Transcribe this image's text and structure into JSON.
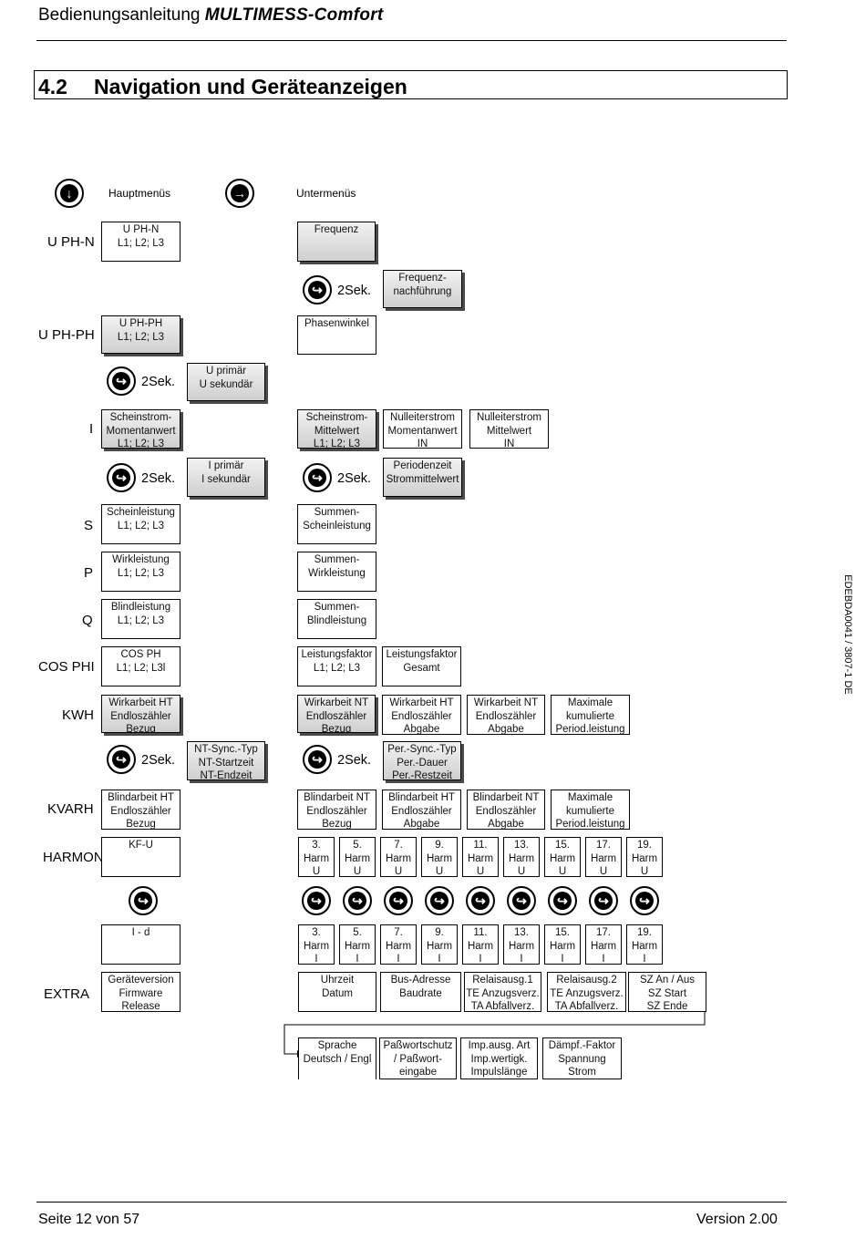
{
  "header": {
    "prefix": "Bedienungsanleitung",
    "product": "MULTIMESS-Comfort"
  },
  "section": {
    "number": "4.2",
    "title": "Navigation und Geräteanzeigen"
  },
  "columns": {
    "main": "Hauptmenüs",
    "sub": "Untermenüs"
  },
  "icons": {
    "main_arrow": "down-arrow-icon",
    "sub_arrow": "right-arrow-icon",
    "enter": "enter-icon"
  },
  "two_sec": "2Sek.",
  "rows": {
    "uphn": "U PH-N",
    "uphph": "U PH-PH",
    "i": "I",
    "s": "S",
    "p": "P",
    "q": "Q",
    "cosphi": "COS PHI",
    "kwh": "KWH",
    "kvarh": "KVARH",
    "harmon": "HARMON.",
    "extra": "EXTRA"
  },
  "boxes": {
    "uphn_main": "U PH-N\nL1; L2; L3",
    "frequenz": "Frequenz",
    "freq_nach": "Frequenz-\nnachführung",
    "uphph_main": "U PH-PH\nL1; L2; L3",
    "phasenwinkel": "Phasenwinkel",
    "u_primaer": "U primär\nU sekundär",
    "i_main": "Scheinstrom-\nMomentanwert\nL1; L2; L3",
    "i_mittel": "Scheinstrom-\nMittelwert\nL1; L2; L3",
    "null_moment": "Nulleiterstrom\nMomentanwert\nIN",
    "null_mittel": "Nulleiterstrom\nMittelwert\nIN",
    "i_primaer": "I primär\nI sekundär",
    "periodenzeit": "Periodenzeit\nStrommittelwert",
    "s_main": "Scheinleistung\nL1; L2; L3",
    "s_sum": "Summen-\nScheinleistung",
    "p_main": "Wirkleistung\nL1; L2; L3",
    "p_sum": "Summen-\nWirkleistung",
    "q_main": "Blindleistung\nL1; L2; L3",
    "q_sum": "Summen-\nBlindleistung",
    "cos_main": "COS PH\nL1; L2; L3l",
    "lf_l": "Leistungsfaktor\nL1; L2; L3",
    "lf_ges": "Leistungsfaktor\nGesamt",
    "kwh_main": "Wirkarbeit HT\nEndloszähler\nBezug",
    "kwh_nt": "Wirkarbeit NT\nEndloszähler\nBezug",
    "kwh_ht_ab": "Wirkarbeit HT\nEndloszähler\nAbgabe",
    "kwh_nt_ab": "Wirkarbeit NT\nEndloszähler\nAbgabe",
    "kwh_max": "Maximale\nkumulierte\nPeriod.leistung",
    "nt_sync": "NT-Sync.-Typ\nNT-Startzeit\nNT-Endzeit",
    "per_sync": "Per.-Sync.-Typ\nPer.-Dauer\nPer.-Restzeit",
    "kvarh_main": "Blindarbeit HT\nEndloszähler\nBezug",
    "kvarh_nt": "Blindarbeit NT\nEndloszähler\nBezug",
    "kvarh_ht_ab": "Blindarbeit HT\nEndloszähler\nAbgabe",
    "kvarh_nt_ab": "Blindarbeit NT\nEndloszähler\nAbgabe",
    "kvarh_max": "Maximale\nkumulierte\nPeriod.leistung",
    "kf_u": "KF-U",
    "i_d": "I - d",
    "extra_main": "Geräteversion\nFirmware\nRelease",
    "uhrzeit": "Uhrzeit\nDatum",
    "bus": "Bus-Adresse\nBaudrate",
    "relais1": "Relaisausg.1\nTE Anzugsverz.\nTA Abfallverz.",
    "relais2": "Relaisausg.2\nTE Anzugsverz.\nTA Abfallverz.",
    "sz": "SZ An / Aus\nSZ Start\nSZ Ende",
    "sprache": "Sprache\nDeutsch / Engl",
    "passwort": "Paßwortschutz\n/ Paßwort-\neingabe",
    "impuls": "Imp.ausg. Art\nImp.wertigk.\nImpulslänge",
    "daempf": "Dämpf.-Faktor\nSpannung\nStrom"
  },
  "harm_u": [
    "3.\nHarm\nU",
    "5.\nHarm\nU",
    "7.\nHarm\nU",
    "9.\nHarm\nU",
    "11.\nHarm\nU",
    "13.\nHarm\nU",
    "15.\nHarm\nU",
    "17.\nHarm\nU",
    "19.\nHarm\nU"
  ],
  "harm_i": [
    "3.\nHarm\nI",
    "5.\nHarm\nI",
    "7.\nHarm\nI",
    "9.\nHarm\nI",
    "11.\nHarm\nI",
    "13.\nHarm\nI",
    "15.\nHarm\nI",
    "17.\nHarm\nI",
    "19.\nHarm\nI"
  ],
  "side_code": "EDEBDA0041 / 3807-1 DE",
  "footer": {
    "page": "Seite 12 von 57",
    "version": "Version 2.00"
  }
}
